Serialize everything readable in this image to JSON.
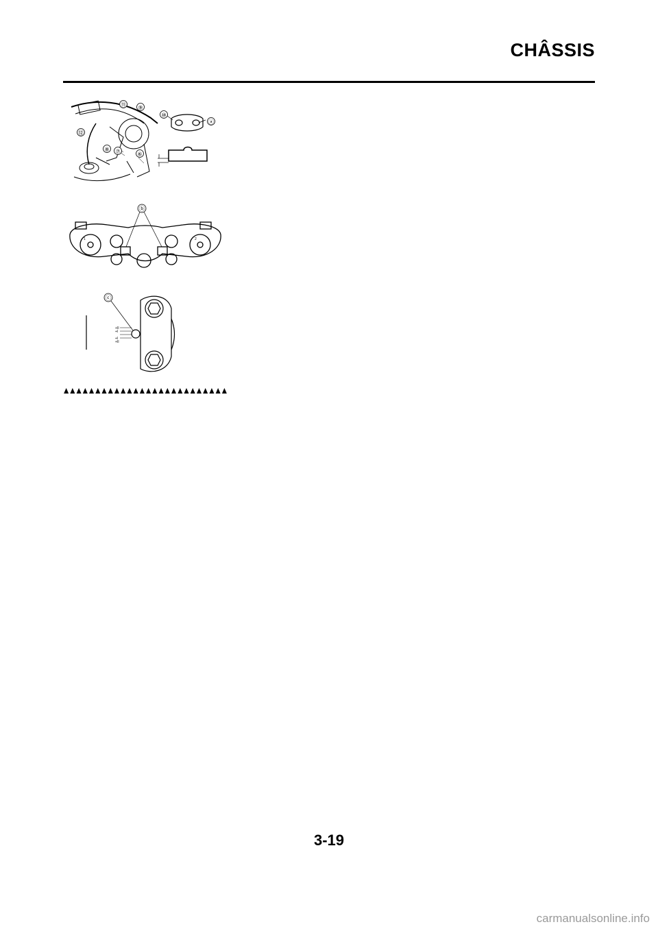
{
  "header": {
    "title": "CHÂSSIS"
  },
  "figure1": {
    "callouts": [
      "⑪",
      "⑨",
      "⑩",
      "ⓐ",
      "⑫",
      "⑧",
      "⑦",
      "⑥"
    ]
  },
  "figure2": {
    "callouts": [
      "ⓑ"
    ],
    "scale_marks": [
      "1",
      "2"
    ]
  },
  "figure3": {
    "callouts": [
      "ⓒ"
    ],
    "scale_labels": [
      "+II",
      "+I",
      "+I",
      "+II"
    ]
  },
  "separator": {
    "glyph": "▲",
    "count": 26
  },
  "footer": {
    "page_number": "3-19",
    "watermark": "carmanualsonline.info"
  }
}
